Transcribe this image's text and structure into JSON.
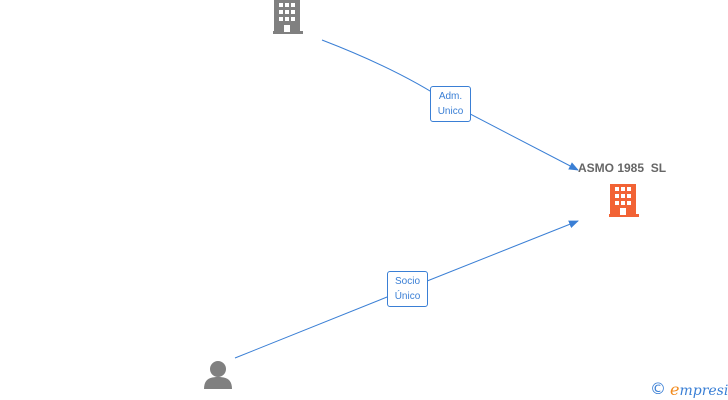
{
  "colors": {
    "edge": "#3a7fd5",
    "label_text": "#3a7fd5",
    "node_gray": "#808080",
    "node_highlight": "#f26335",
    "title_text": "#666666",
    "brand_orange": "#f28a1c"
  },
  "nodes": [
    {
      "id": "company-top",
      "kind": "company",
      "icon": "building-icon",
      "title": ""
    },
    {
      "id": "asmo",
      "kind": "company",
      "icon": "building-icon",
      "title": "ASMO 1985  SL",
      "highlight": true
    },
    {
      "id": "person",
      "kind": "person",
      "icon": "person-icon",
      "title": ""
    }
  ],
  "edges": [
    {
      "from": "company-top",
      "to": "asmo",
      "label_line1": "Adm.",
      "label_line2": "Unico"
    },
    {
      "from": "person",
      "to": "asmo",
      "label_line1": "Socio",
      "label_line2": "Único"
    }
  ],
  "footer": {
    "copyright_symbol": "©",
    "brand_initial": "e",
    "brand_rest": "mpresia"
  }
}
